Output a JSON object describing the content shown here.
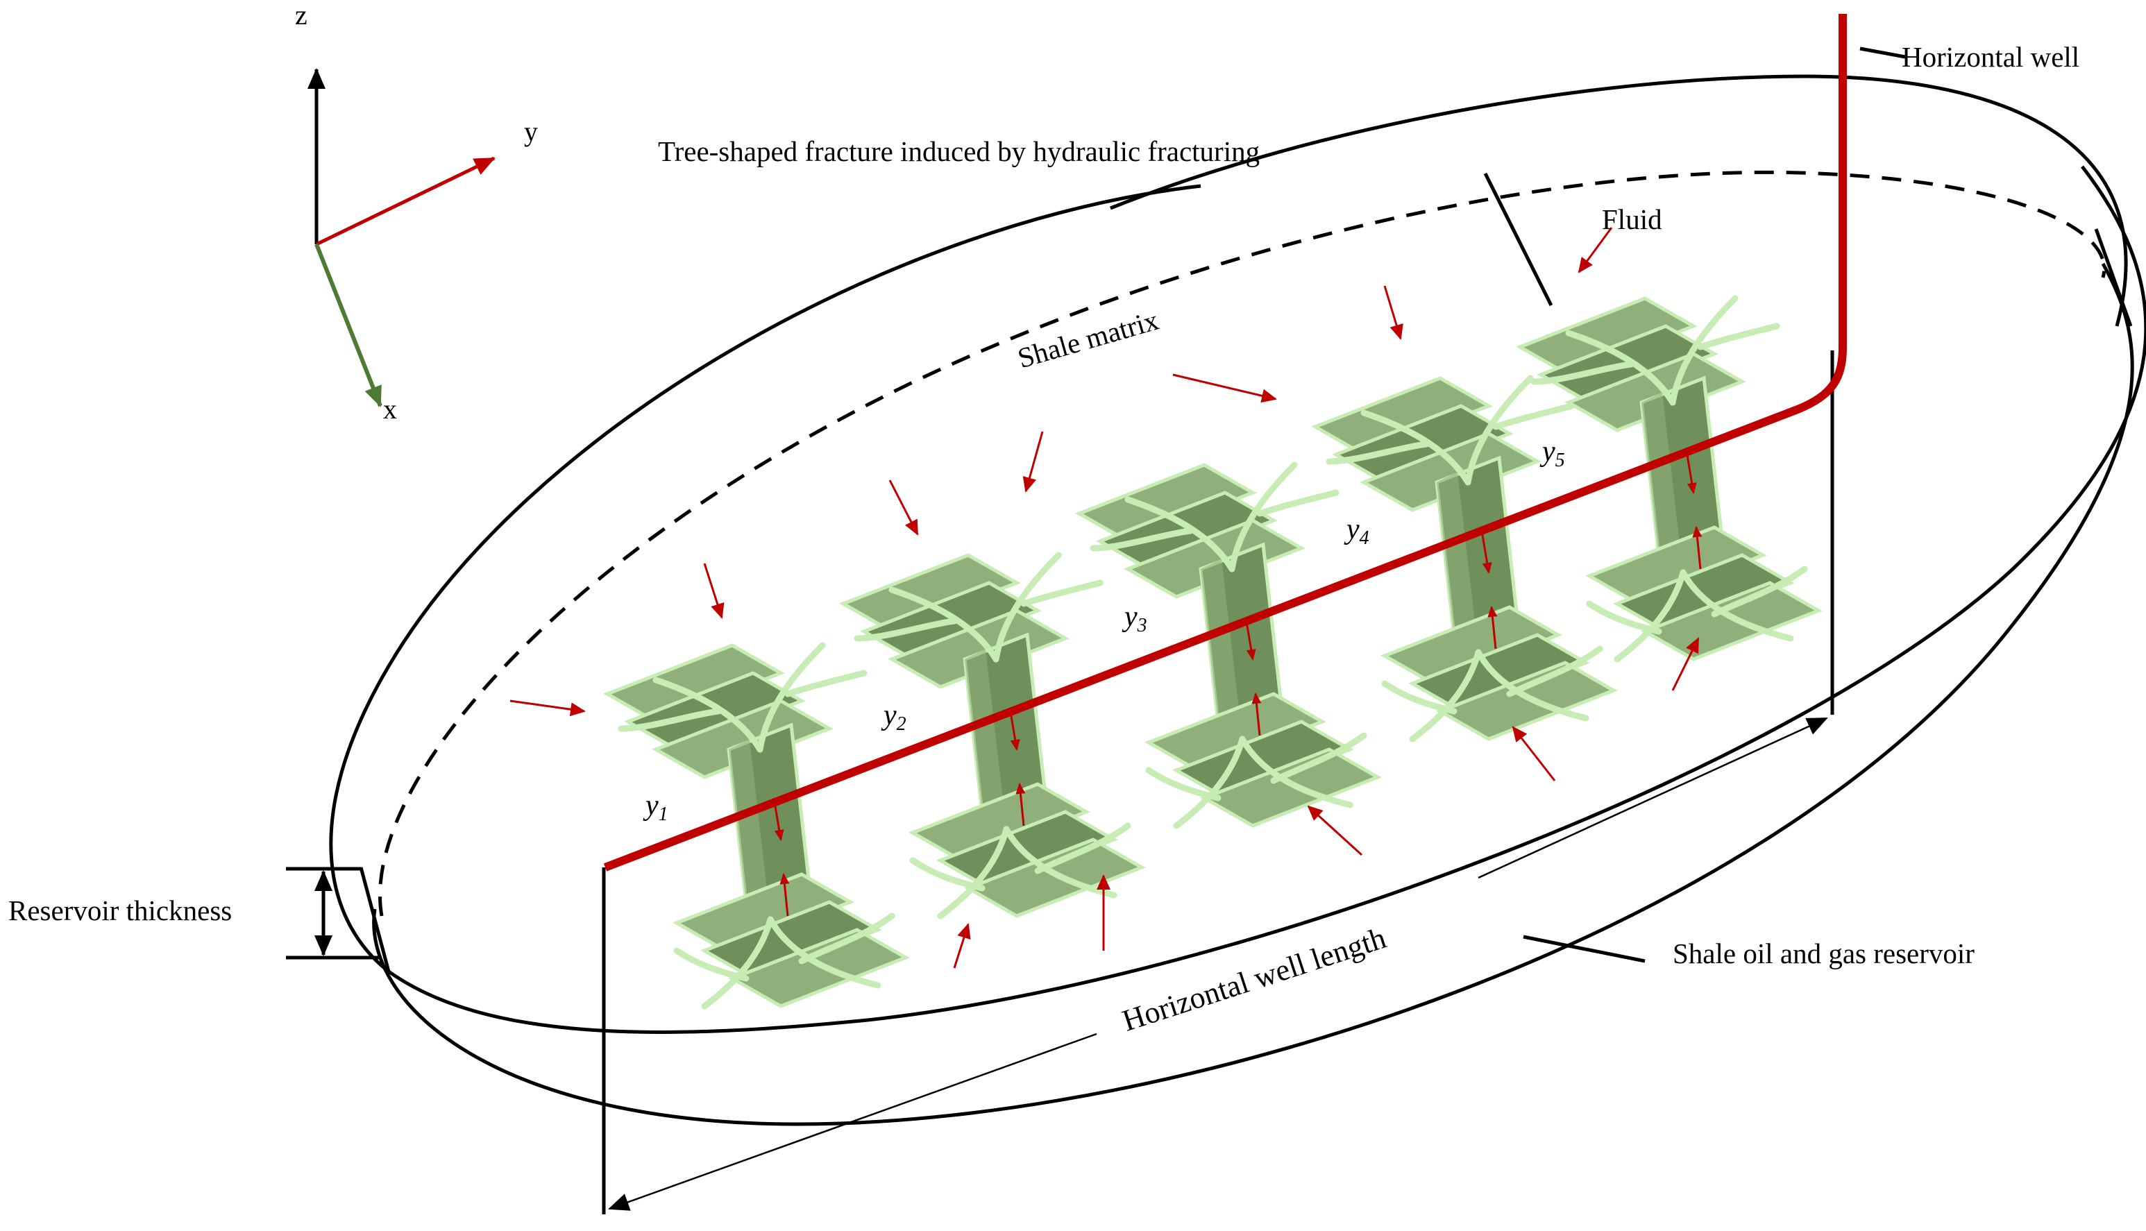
{
  "labels": {
    "horizontal_well": "Horizontal well",
    "tree_fracture": "Tree-shaped  fracture induced by hydraulic fracturing",
    "fluid": "Fluid",
    "shale_matrix": "Shale matrix",
    "reservoir_thickness": "Reservoir thickness",
    "shale_reservoir": "Shale oil and gas reservoir",
    "horizontal_well_length": "Horizontal  well length"
  },
  "axes": {
    "z": "z",
    "y": "y",
    "x": "x"
  },
  "fractures": [
    {
      "symbol": "y",
      "index": "1"
    },
    {
      "symbol": "y",
      "index": "2"
    },
    {
      "symbol": "y",
      "index": "3"
    },
    {
      "symbol": "y",
      "index": "4"
    },
    {
      "symbol": "y",
      "index": "5"
    }
  ],
  "colors": {
    "well": "#c00000",
    "fluid_arrow": "#c00000",
    "fracture_dark": "#6f8f5b",
    "fracture_mid": "#8fb07a",
    "fracture_light": "#b5e3a0",
    "y_axis": "#c00000",
    "x_axis": "#5a8a3a",
    "outline": "#000000"
  }
}
